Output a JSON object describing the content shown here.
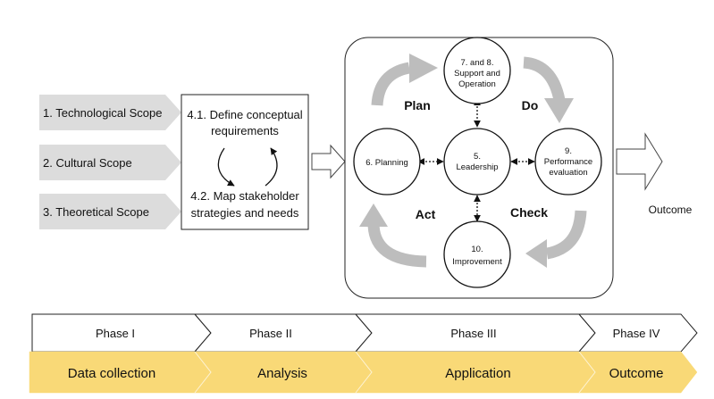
{
  "scopes": [
    {
      "label": "1. Technological Scope"
    },
    {
      "label": "2. Cultural Scope"
    },
    {
      "label": "3. Theoretical Scope"
    }
  ],
  "requirements_box": {
    "step_1_line_1": "4.1. Define conceptual",
    "step_1_line_2": "requirements",
    "step_2_line_1": "4.2. Map stakeholder",
    "step_2_line_2": "strategies and needs"
  },
  "pdca": {
    "plan": "Plan",
    "do": "Do",
    "check": "Check",
    "act": "Act",
    "support": {
      "line_1": "7. and 8.",
      "line_2": "Support and",
      "line_3": "Operation"
    },
    "planning": "6. Planning",
    "leadership": {
      "line_1": "5.",
      "line_2": "Leadership"
    },
    "performance": {
      "line_1": "9.",
      "line_2": "Performance",
      "line_3": "evaluation"
    },
    "improvement": {
      "line_1": "10.",
      "line_2": "Improvement"
    }
  },
  "outcome_label": "Outcome",
  "phases": [
    {
      "label": "Phase I"
    },
    {
      "label": "Phase II"
    },
    {
      "label": "Phase III"
    },
    {
      "label": "Phase IV"
    }
  ],
  "activities": [
    {
      "label": "Data collection"
    },
    {
      "label": "Analysis"
    },
    {
      "label": "Application"
    },
    {
      "label": "Outcome"
    }
  ],
  "colors": {
    "scope_arrow": "#dcdcdc",
    "cycle_arrow": "#bdbdbd",
    "activity_band": "#f9d977",
    "outline": "#222222"
  }
}
